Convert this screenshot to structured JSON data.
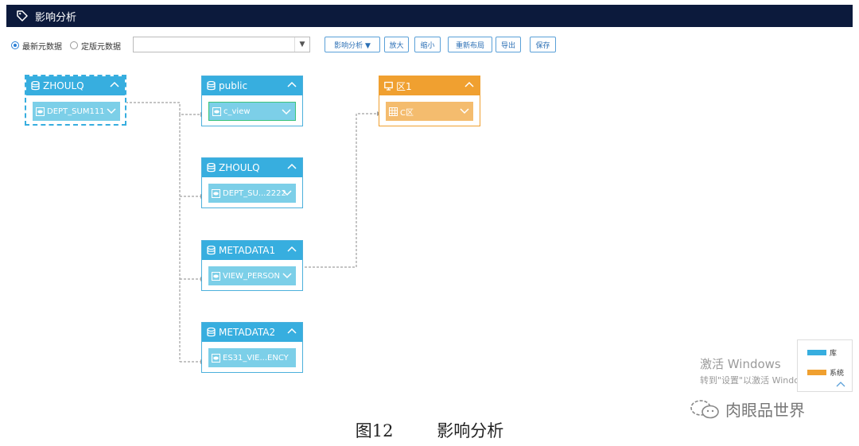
{
  "header": {
    "title": "影响分析",
    "icon": "tag-icon"
  },
  "toolbar": {
    "radio_latest": "最新元数据",
    "radio_fixed": "定版元数据",
    "select_caret": "▼",
    "buttons": {
      "impact": "影响分析 ▼",
      "zoom_in": "放大",
      "zoom_out": "缩小",
      "relayout": "重新布局",
      "export": "导出",
      "save": "保存"
    }
  },
  "nodes": {
    "zhoulq_1": {
      "title": "ZHOULQ",
      "item": "DEPT_SUM111"
    },
    "public": {
      "title": "public",
      "item": "c_view"
    },
    "zhoulq_2": {
      "title": "ZHOULQ",
      "item": "DEPT_SU...2222"
    },
    "metadata1": {
      "title": "METADATA1",
      "item": "VIEW_PERSON"
    },
    "metadata2": {
      "title": "METADATA2",
      "item": "ES31_VIE...ENCY"
    },
    "zone1": {
      "title": "区1",
      "item": "C区"
    }
  },
  "legend": {
    "library": "库",
    "system": "系统"
  },
  "colors": {
    "library": "#37aedf",
    "system": "#f0a030",
    "header_bg": "#0c1a3c"
  },
  "watermark": {
    "line1": "激活 Windows",
    "line2": "转到\"设置\"以激活 Windows。"
  },
  "brand": {
    "text": "肉眼品世界",
    "icon": "wechat-icon"
  },
  "caption": {
    "figure": "图12",
    "title": "影响分析"
  }
}
